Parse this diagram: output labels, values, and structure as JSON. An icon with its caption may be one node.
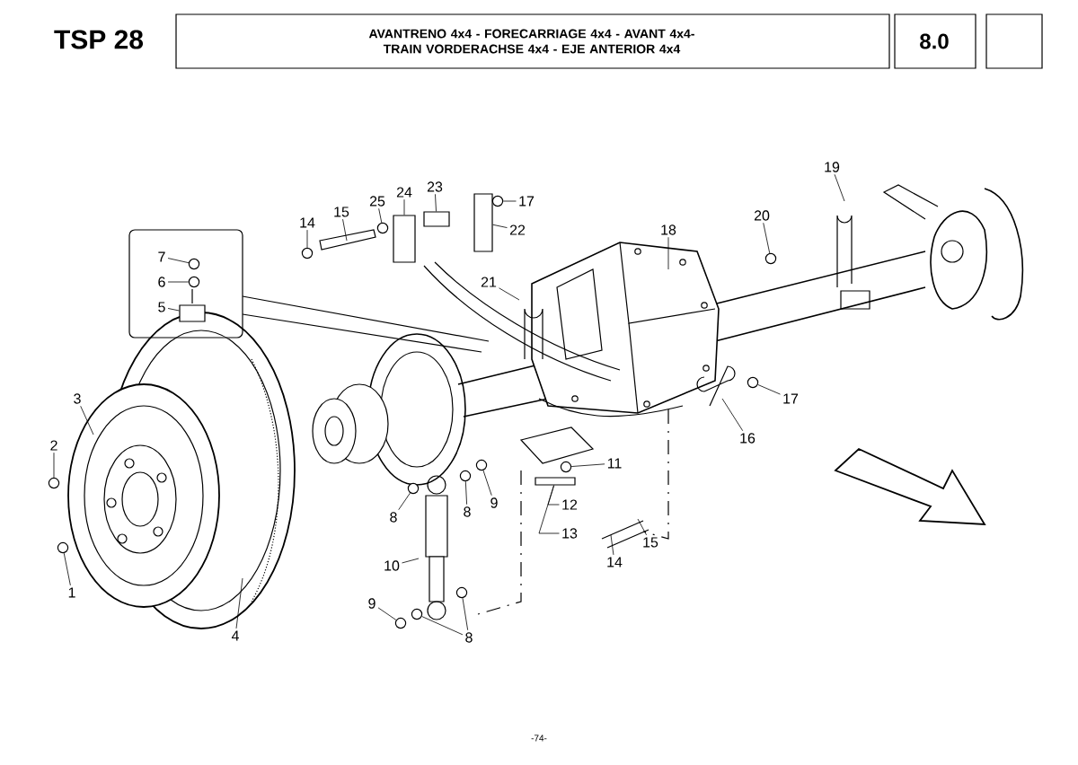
{
  "diagram": {
    "title": "AVANTRENO 4x4 - FORECARRIAGE 4x4 - AVANT 4x4-TRAIN VORDERACHSE 4x4 - EJE ANTERIOR 4x4",
    "nodes": [
      {
        "text": [
          "7"
        ]
      },
      {
        "text": [
          "6"
        ]
      },
      {
        "text": [
          "5"
        ]
      },
      {
        "text": [
          "14"
        ]
      },
      {
        "text": [
          "15"
        ]
      },
      {
        "text": [
          "25"
        ]
      },
      {
        "text": [
          "24"
        ]
      },
      {
        "text": [
          "23"
        ]
      },
      {
        "text": [
          "17"
        ]
      },
      {
        "text": [
          "22"
        ]
      },
      {
        "text": [
          "18"
        ]
      },
      {
        "text": [
          "19"
        ]
      },
      {
        "text": [
          "20"
        ]
      },
      {
        "text": [
          "21"
        ]
      },
      {
        "text": [
          "3"
        ]
      },
      {
        "text": [
          "2"
        ]
      },
      {
        "text": [
          "17"
        ]
      },
      {
        "text": [
          "16"
        ]
      },
      {
        "text": [
          "11"
        ]
      },
      {
        "text": [
          "8"
        ]
      },
      {
        "text": [
          "8"
        ]
      },
      {
        "text": [
          "9"
        ]
      },
      {
        "text": [
          "12"
        ]
      },
      {
        "text": [
          "13"
        ]
      },
      {
        "text": [
          "1"
        ]
      },
      {
        "text": [
          "10"
        ]
      },
      {
        "text": [
          "14"
        ]
      },
      {
        "text": [
          "15"
        ]
      },
      {
        "text": [
          "4"
        ]
      },
      {
        "text": [
          "9"
        ]
      },
      {
        "text": [
          "8"
        ]
      },
      {
        "text": [],
        "shape": "circle"
      },
      {
        "text": [],
        "shape": "circle"
      },
      {
        "text": [],
        "shape": "box"
      },
      {
        "text": [],
        "shape": "circle"
      },
      {
        "text": [],
        "shape": "circle"
      },
      {
        "text": [],
        "shape": "circle"
      },
      {
        "text": [],
        "shape": "circle"
      },
      {
        "text": [],
        "shape": "circle"
      },
      {
        "text": [],
        "shape": "box"
      },
      {
        "text": [],
        "shape": "circle"
      },
      {
        "text": [],
        "shape": "circle"
      },
      {
        "text": [],
        "shape": "box"
      },
      {
        "text": [],
        "shape": "circle"
      },
      {
        "text": [],
        "shape": "circle"
      },
      {
        "text": [],
        "shape": "circle"
      },
      {
        "text": [],
        "shape": "box"
      },
      {
        "text": [],
        "shape": "circle"
      },
      {
        "text": [],
        "shape": "circle"
      },
      {
        "text": [],
        "shape": "circle"
      },
      {
        "text": [],
        "shape": "circle"
      },
      {
        "text": [],
        "shape": "bar"
      }
    ],
    "edges": [
      {
        "from": 0,
        "to": 34,
        "arrow": "none"
      },
      {
        "from": 1,
        "to": 35,
        "arrow": "none"
      },
      {
        "from": 2,
        "to": 33,
        "arrow": "none"
      },
      {
        "from": 3,
        "to": 36,
        "arrow": "none"
      },
      {
        "from": 4,
        "to": null,
        "arrow": "none"
      },
      {
        "from": 5,
        "to": 37,
        "arrow": "none"
      },
      {
        "from": 6,
        "to": 39,
        "arrow": "none"
      },
      {
        "from": 7,
        "to": 42,
        "arrow": "none"
      },
      {
        "from": 8,
        "to": 47,
        "arrow": "none"
      },
      {
        "from": 9,
        "to": 46,
        "arrow": "none"
      },
      {
        "from": 10,
        "to": null,
        "arrow": "none"
      },
      {
        "from": 11,
        "to": null,
        "arrow": "none"
      },
      {
        "from": 12,
        "to": 50,
        "arrow": "none"
      },
      {
        "from": 13,
        "to": null,
        "arrow": "none"
      },
      {
        "from": 14,
        "to": null,
        "arrow": "none"
      },
      {
        "from": 15,
        "to": 31,
        "arrow": "none"
      },
      {
        "from": 16,
        "to": 49,
        "arrow": "none"
      },
      {
        "from": 17,
        "to": null,
        "arrow": "none"
      },
      {
        "from": 18,
        "to": 48,
        "arrow": "none"
      },
      {
        "from": 19,
        "to": 40,
        "arrow": "none"
      },
      {
        "from": 20,
        "to": 44,
        "arrow": "none"
      },
      {
        "from": 21,
        "to": 45,
        "arrow": "none"
      },
      {
        "from": 22,
        "to": 51,
        "arrow": "none"
      },
      {
        "from": 23,
        "to": 51,
        "arrow": "none"
      },
      {
        "from": 24,
        "to": 32,
        "arrow": "none"
      },
      {
        "from": 25,
        "to": null,
        "arrow": "none"
      },
      {
        "from": 26,
        "to": null,
        "arrow": "none"
      },
      {
        "from": 27,
        "to": null,
        "arrow": "none"
      },
      {
        "from": 28,
        "to": null,
        "arrow": "none"
      },
      {
        "from": 29,
        "to": 38,
        "arrow": "none"
      },
      {
        "from": 30,
        "to": 41,
        "arrow": "none"
      },
      {
        "from": 30,
        "to": 43,
        "arrow": "none"
      }
    ],
    "labels": [
      "TSP 28",
      "8.0",
      "-74-"
    ]
  }
}
